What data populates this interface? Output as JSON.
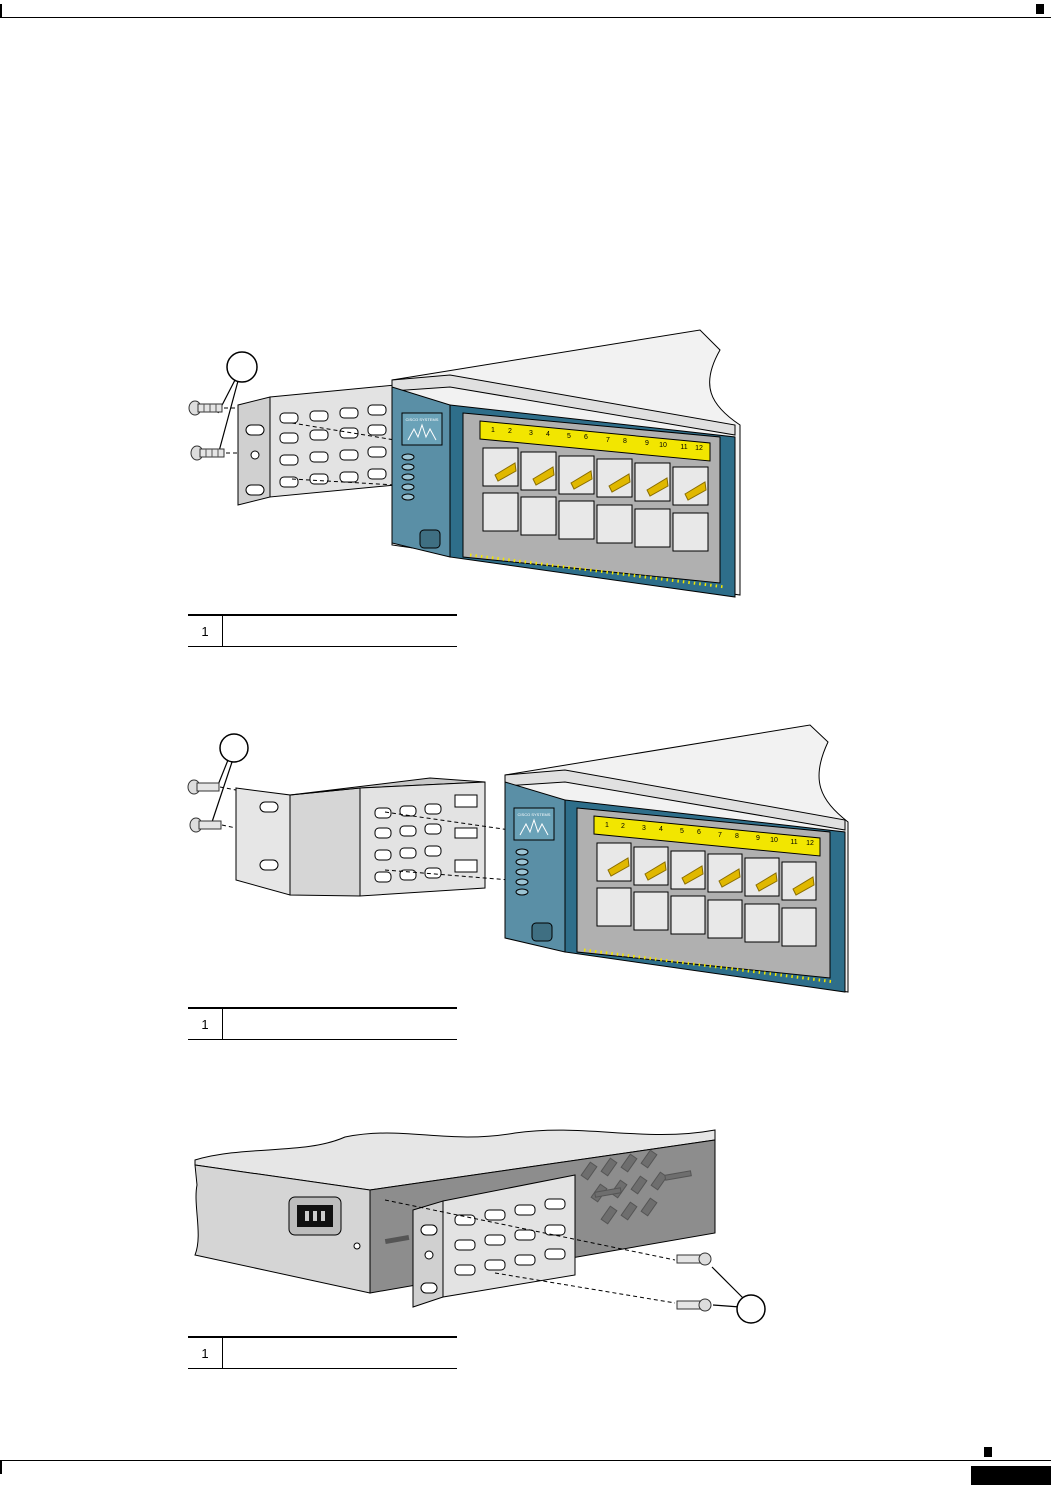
{
  "header": {
    "running_title": ""
  },
  "footer": {
    "page_number": "",
    "running_footer": ""
  },
  "figures": [
    {
      "port_labels": [
        "1",
        "2",
        "3",
        "4",
        "5",
        "6",
        "7",
        "8",
        "9",
        "10",
        "11",
        "12"
      ],
      "brand_text": "CISCO SYSTEMS",
      "callouts": [
        {
          "number": "1",
          "text": ""
        }
      ]
    },
    {
      "port_labels": [
        "1",
        "2",
        "3",
        "4",
        "5",
        "6",
        "7",
        "8",
        "9",
        "10",
        "11",
        "12"
      ],
      "brand_text": "CISCO SYSTEMS",
      "callouts": [
        {
          "number": "1",
          "text": ""
        }
      ]
    },
    {
      "callouts": [
        {
          "number": "1",
          "text": ""
        }
      ]
    }
  ],
  "colors": {
    "switch_front": "#5a8fa6",
    "switch_panel": "#2e6e8a",
    "port_label_bg": "#f2e600",
    "chassis_gray": "#c8c8c8",
    "bracket_gray": "#d9d9d9"
  }
}
